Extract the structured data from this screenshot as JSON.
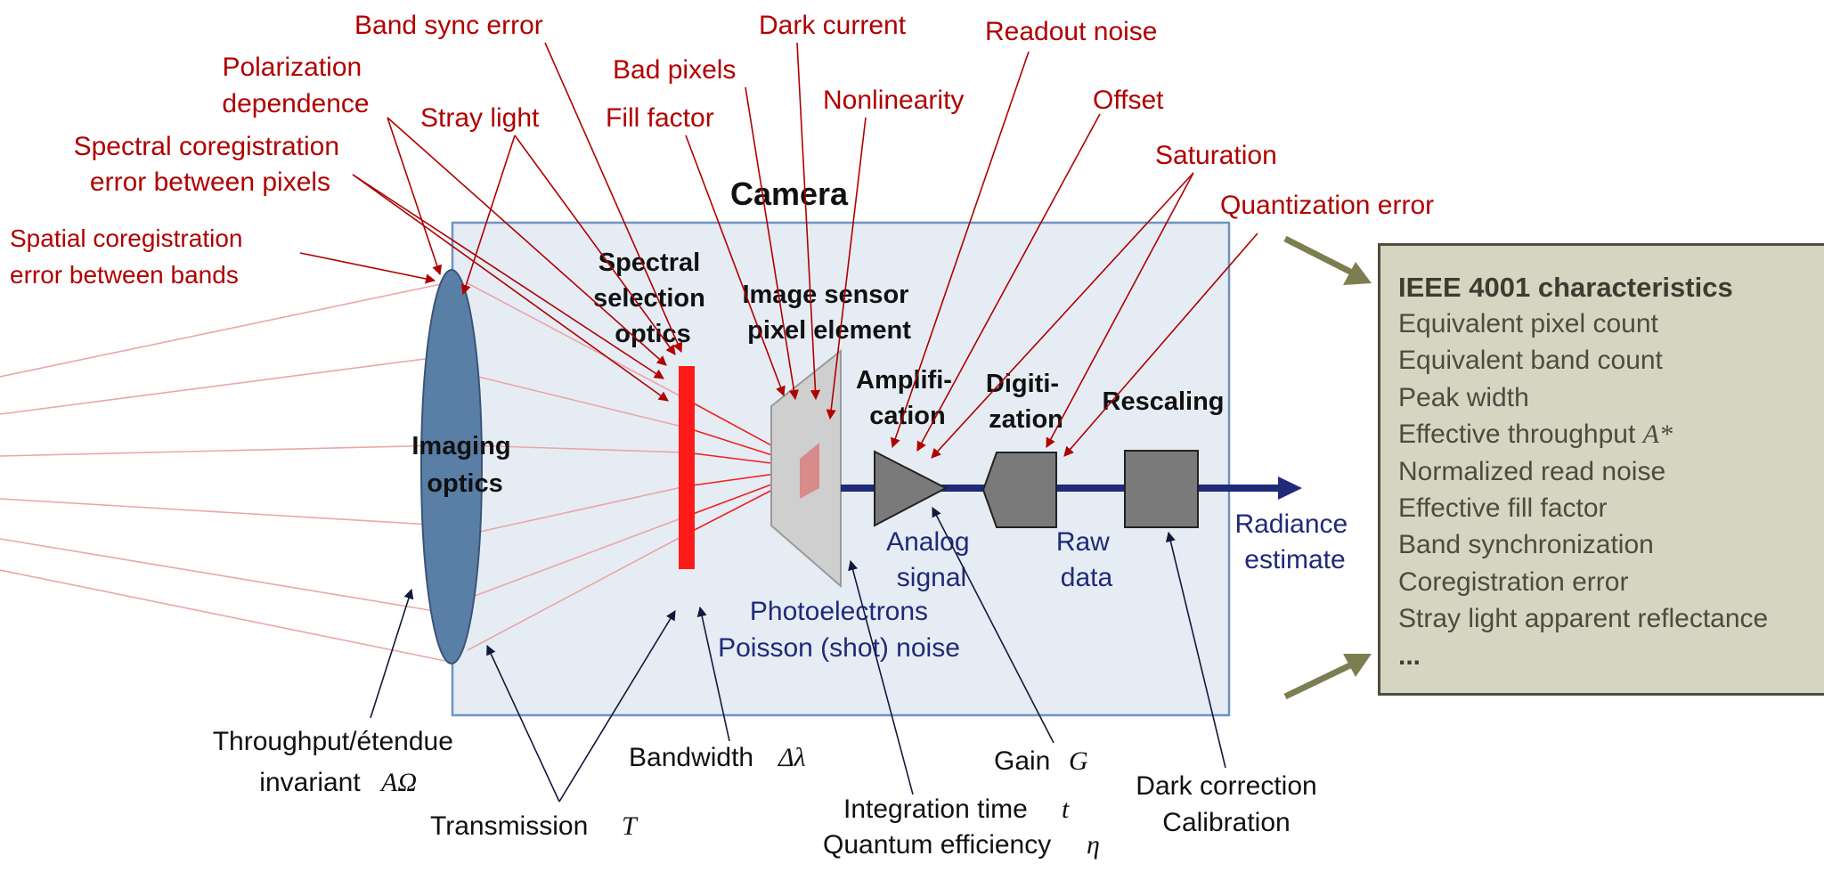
{
  "camera_title": "Camera",
  "blocks": {
    "imaging_optics": [
      "Imaging",
      "optics"
    ],
    "spectral_selection": [
      "Spectral",
      "selection",
      "optics"
    ],
    "image_sensor": [
      "Image sensor",
      "pixel element"
    ],
    "amplification": [
      "Amplifi-",
      "cation"
    ],
    "digitization": [
      "Digiti-",
      "zation"
    ],
    "rescaling": "Rescaling"
  },
  "signals": {
    "photoelectrons": "Photoelectrons",
    "poisson_noise": "Poisson (shot) noise",
    "analog_signal": [
      "Analog",
      "signal"
    ],
    "raw_data": [
      "Raw",
      "data"
    ],
    "radiance_estimate": [
      "Radiance",
      "estimate"
    ]
  },
  "error_sources": {
    "band_sync_error": "Band sync error",
    "dark_current": "Dark current",
    "readout_noise": "Readout noise",
    "polarization": [
      "Polarization",
      "dependence"
    ],
    "bad_pixels": "Bad pixels",
    "nonlinearity": "Nonlinearity",
    "offset": "Offset",
    "stray_light": "Stray light",
    "fill_factor": "Fill factor",
    "spectral_coregistration": [
      "Spectral coregistration",
      "error between pixels"
    ],
    "saturation": "Saturation",
    "quantization_error": "Quantization error",
    "spatial_coregistration": [
      "Spatial coregistration",
      "error between bands"
    ]
  },
  "parameters": {
    "throughput": [
      "Throughput/étendue",
      "invariant"
    ],
    "throughput_symbol": "AΩ",
    "transmission": "Transmission",
    "transmission_symbol": "T",
    "bandwidth": "Bandwidth",
    "bandwidth_symbol": "Δλ",
    "integration_time": "Integration time",
    "integration_time_symbol": "t",
    "quantum_efficiency": "Quantum efficiency",
    "quantum_efficiency_symbol": "η",
    "gain": "Gain",
    "gain_symbol": "G",
    "dark_correction": "Dark correction",
    "calibration": "Calibration"
  },
  "ieee_panel": {
    "title": "IEEE 4001 characteristics",
    "items": [
      "Equivalent pixel count",
      "Equivalent band count",
      "Peak width",
      "Effective throughput",
      "Normalized read noise",
      "Effective fill factor",
      "Band synchronization",
      "Coregistration error",
      "Stray light apparent reflectance"
    ],
    "throughput_symbol": "A*",
    "more": "..."
  },
  "colors": {
    "error_red": "#b00000",
    "signal_navy": "#1f2a78",
    "camera_fill": "#e6ecf4",
    "camera_border": "#6f93bf",
    "lens_fill": "#5a7fa6",
    "filter_red": "#ff1a1a",
    "sensor_gray": "#cfcfcf",
    "block_gray": "#7a7a7a",
    "panel_fill": "#d6d5c2",
    "panel_arrow": "#7d7d52"
  }
}
